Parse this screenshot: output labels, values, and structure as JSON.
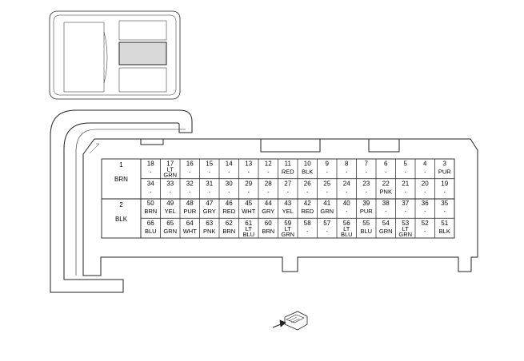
{
  "connector": {
    "power_pins": [
      {
        "num": "1",
        "color": "BRN"
      },
      {
        "num": "2",
        "color": "BLK"
      }
    ],
    "rows": [
      [
        {
          "num": "18",
          "color": "-"
        },
        {
          "num": "17",
          "color": "LT GRN"
        },
        {
          "num": "16",
          "color": "-"
        },
        {
          "num": "15",
          "color": "-"
        },
        {
          "num": "14",
          "color": "-"
        },
        {
          "num": "13",
          "color": "-"
        },
        {
          "num": "12",
          "color": "-"
        },
        {
          "num": "11",
          "color": "RED"
        },
        {
          "num": "10",
          "color": "BLK"
        },
        {
          "num": "9",
          "color": "-"
        },
        {
          "num": "8",
          "color": "-"
        },
        {
          "num": "7",
          "color": "-"
        },
        {
          "num": "6",
          "color": "-"
        },
        {
          "num": "5",
          "color": "-"
        },
        {
          "num": "4",
          "color": "-"
        },
        {
          "num": "3",
          "color": "PUR"
        }
      ],
      [
        {
          "num": "34",
          "color": "-"
        },
        {
          "num": "33",
          "color": "-"
        },
        {
          "num": "32",
          "color": "-"
        },
        {
          "num": "31",
          "color": "-"
        },
        {
          "num": "30",
          "color": "-"
        },
        {
          "num": "29",
          "color": "-"
        },
        {
          "num": "28",
          "color": "-"
        },
        {
          "num": "27",
          "color": "-"
        },
        {
          "num": "26",
          "color": "-"
        },
        {
          "num": "25",
          "color": "-"
        },
        {
          "num": "24",
          "color": "-"
        },
        {
          "num": "23",
          "color": "-"
        },
        {
          "num": "22",
          "color": "PNK"
        },
        {
          "num": "21",
          "color": "-"
        },
        {
          "num": "20",
          "color": "-"
        },
        {
          "num": "19",
          "color": "-"
        }
      ],
      [
        {
          "num": "50",
          "color": "BRN"
        },
        {
          "num": "49",
          "color": "YEL"
        },
        {
          "num": "48",
          "color": "PUR"
        },
        {
          "num": "47",
          "color": "GRY"
        },
        {
          "num": "46",
          "color": "RED"
        },
        {
          "num": "45",
          "color": "WHT"
        },
        {
          "num": "44",
          "color": "GRY"
        },
        {
          "num": "43",
          "color": "YEL"
        },
        {
          "num": "42",
          "color": "RED"
        },
        {
          "num": "41",
          "color": "GRN"
        },
        {
          "num": "40",
          "color": "-"
        },
        {
          "num": "39",
          "color": "PUR"
        },
        {
          "num": "38",
          "color": "-"
        },
        {
          "num": "37",
          "color": "-"
        },
        {
          "num": "36",
          "color": "-"
        },
        {
          "num": "35",
          "color": "-"
        }
      ],
      [
        {
          "num": "66",
          "color": "BLU"
        },
        {
          "num": "65",
          "color": "GRN"
        },
        {
          "num": "64",
          "color": "WHT"
        },
        {
          "num": "63",
          "color": "PNK"
        },
        {
          "num": "62",
          "color": "BRN"
        },
        {
          "num": "61",
          "color": "LT BLU"
        },
        {
          "num": "60",
          "color": "BRN"
        },
        {
          "num": "59",
          "color": "LT GRN"
        },
        {
          "num": "58",
          "color": "-"
        },
        {
          "num": "57",
          "color": "-"
        },
        {
          "num": "56",
          "color": "LT BLU"
        },
        {
          "num": "55",
          "color": "BLU"
        },
        {
          "num": "54",
          "color": "GRN"
        },
        {
          "num": "53",
          "color": "LT GRN"
        },
        {
          "num": "52",
          "color": "-"
        },
        {
          "num": "51",
          "color": "BLK"
        }
      ]
    ]
  },
  "colors": {
    "line": "#222222",
    "highlight_fill": "#d9d9d9"
  }
}
